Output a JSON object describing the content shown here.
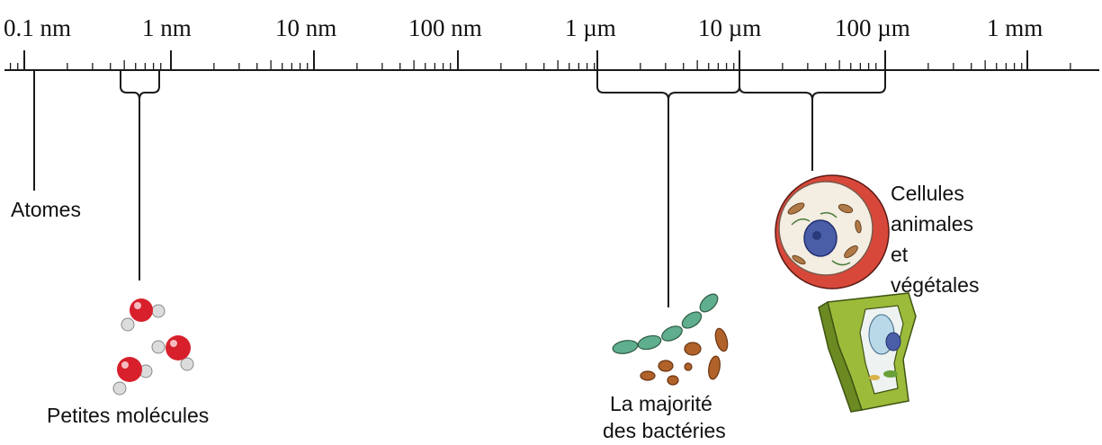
{
  "scale": {
    "labels": [
      "0.1 nm",
      "1 nm",
      "10 nm",
      "100 nm",
      "1 µm",
      "10 µm",
      "100 µm",
      "1 mm"
    ]
  },
  "captions": {
    "atoms": "Atomes",
    "small_molecules": "Petites molécules",
    "bacteria_line1": "La majorité",
    "bacteria_line2": "des bactéries",
    "cells_line1": "Cellules",
    "cells_line2": "animales",
    "cells_line3": "et",
    "cells_line4": "végétales"
  },
  "colors": {
    "axis": "#1a1a1a",
    "atom_red": "#d8202c",
    "atom_white": "#dcdcdc",
    "bacteria_green": "#5fae8e",
    "bacteria_brown": "#b0622a",
    "cell_red": "#d8483a",
    "cell_cream": "#f3ede2",
    "nucleus_blue": "#4a5ea8",
    "plant_green": "#9dbb3a"
  }
}
